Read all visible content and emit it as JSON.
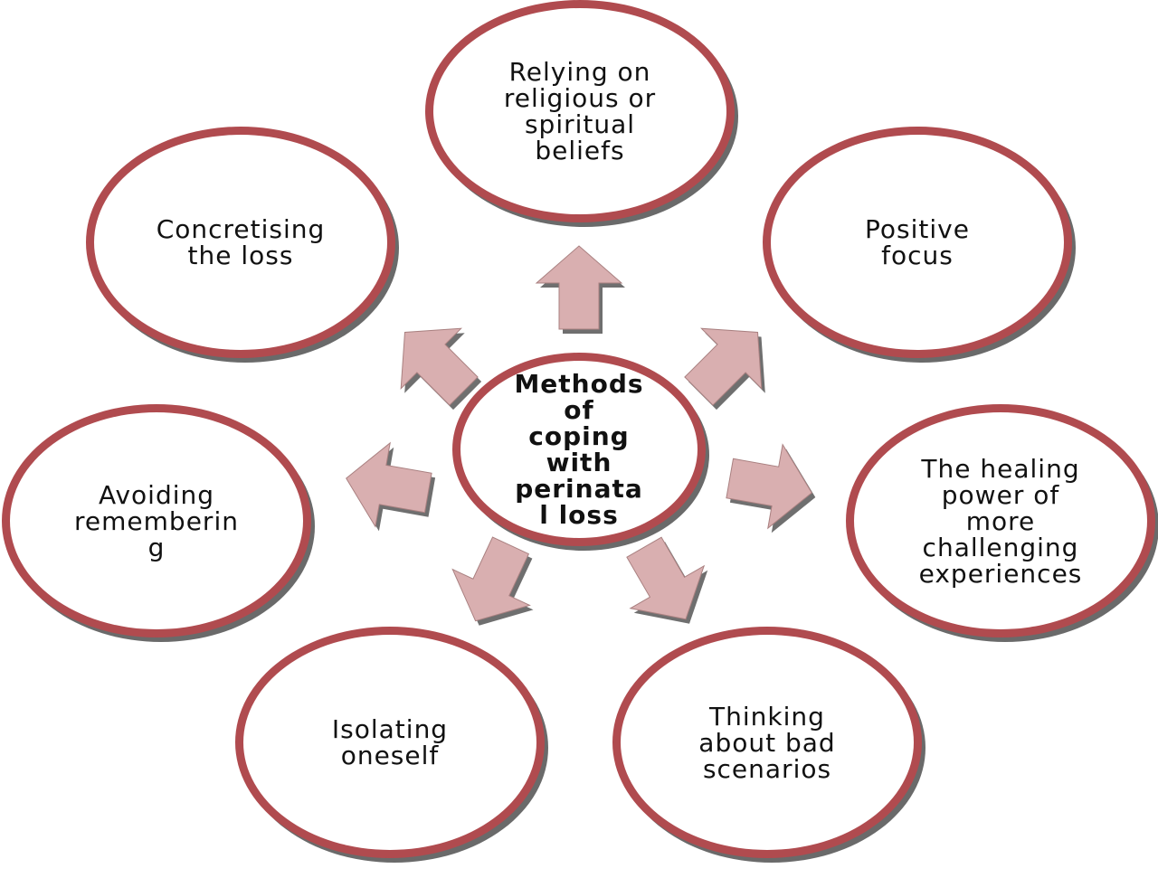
{
  "center": "Methods\nof\ncoping\nwith\nperinata\nl loss",
  "nodes": {
    "top": "Relying on\nreligious or\nspiritual\nbeliefs",
    "upper_left": "Concretising\nthe loss",
    "upper_right": "Positive\nfocus",
    "left": "Avoiding\nrememberin\ng",
    "right": "The healing\npower of\nmore\nchallenging\nexperiences",
    "bottom_left": "Isolating\noneself",
    "bottom_right": "Thinking\nabout bad\nscenarios"
  },
  "colors": {
    "ring": "#b04b4f",
    "arrow_fill": "#d9afb0",
    "shadow": "#6a6a6a"
  }
}
